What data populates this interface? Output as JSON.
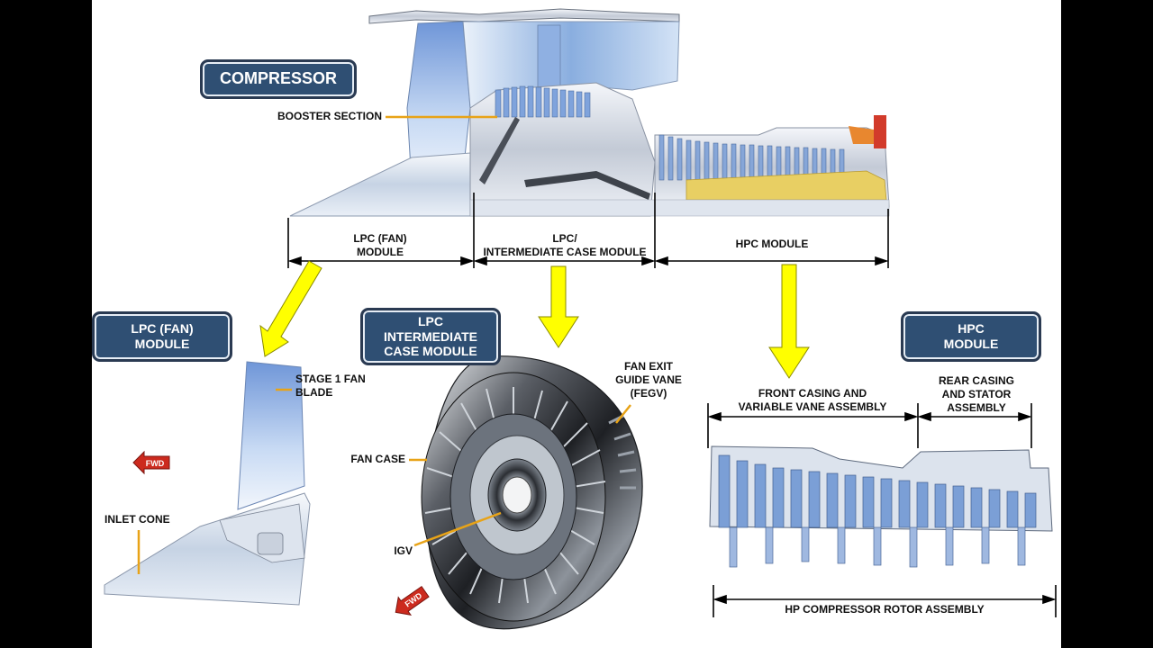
{
  "titles": {
    "compressor": "COMPRESSOR",
    "lpc_fan_module": "LPC (FAN)\nMODULE",
    "lpc_intermediate_case_module": "LPC\nINTERMEDIATE\nCASE MODULE",
    "hpc_module": "HPC\nMODULE"
  },
  "labels": {
    "booster_section": "BOOSTER SECTION",
    "lpc_fan_module_dim": "LPC (FAN)\nMODULE",
    "lpc_intermediate_dim": "LPC/\nINTERMEDIATE CASE MODULE",
    "hpc_module_dim": "HPC MODULE",
    "stage1_fan_blade": "STAGE 1 FAN\nBLADE",
    "inlet_cone": "INLET CONE",
    "fan_case": "FAN CASE",
    "igv": "IGV",
    "fan_exit_guide_vane": "FAN EXIT\nGUIDE VANE\n(FEGV)",
    "front_casing": "FRONT CASING AND\nVARIABLE VANE ASSEMBLY",
    "rear_casing": "REAR CASING\nAND STATOR\nASSEMBLY",
    "hp_rotor": "HP COMPRESSOR ROTOR ASSEMBLY",
    "fwd": "FWD"
  },
  "colors": {
    "title_bg": "#2f4f73",
    "arrow_yellow": "#ffff00",
    "leader_orange": "#e8a317",
    "fwd_red": "#cc2a1e"
  }
}
